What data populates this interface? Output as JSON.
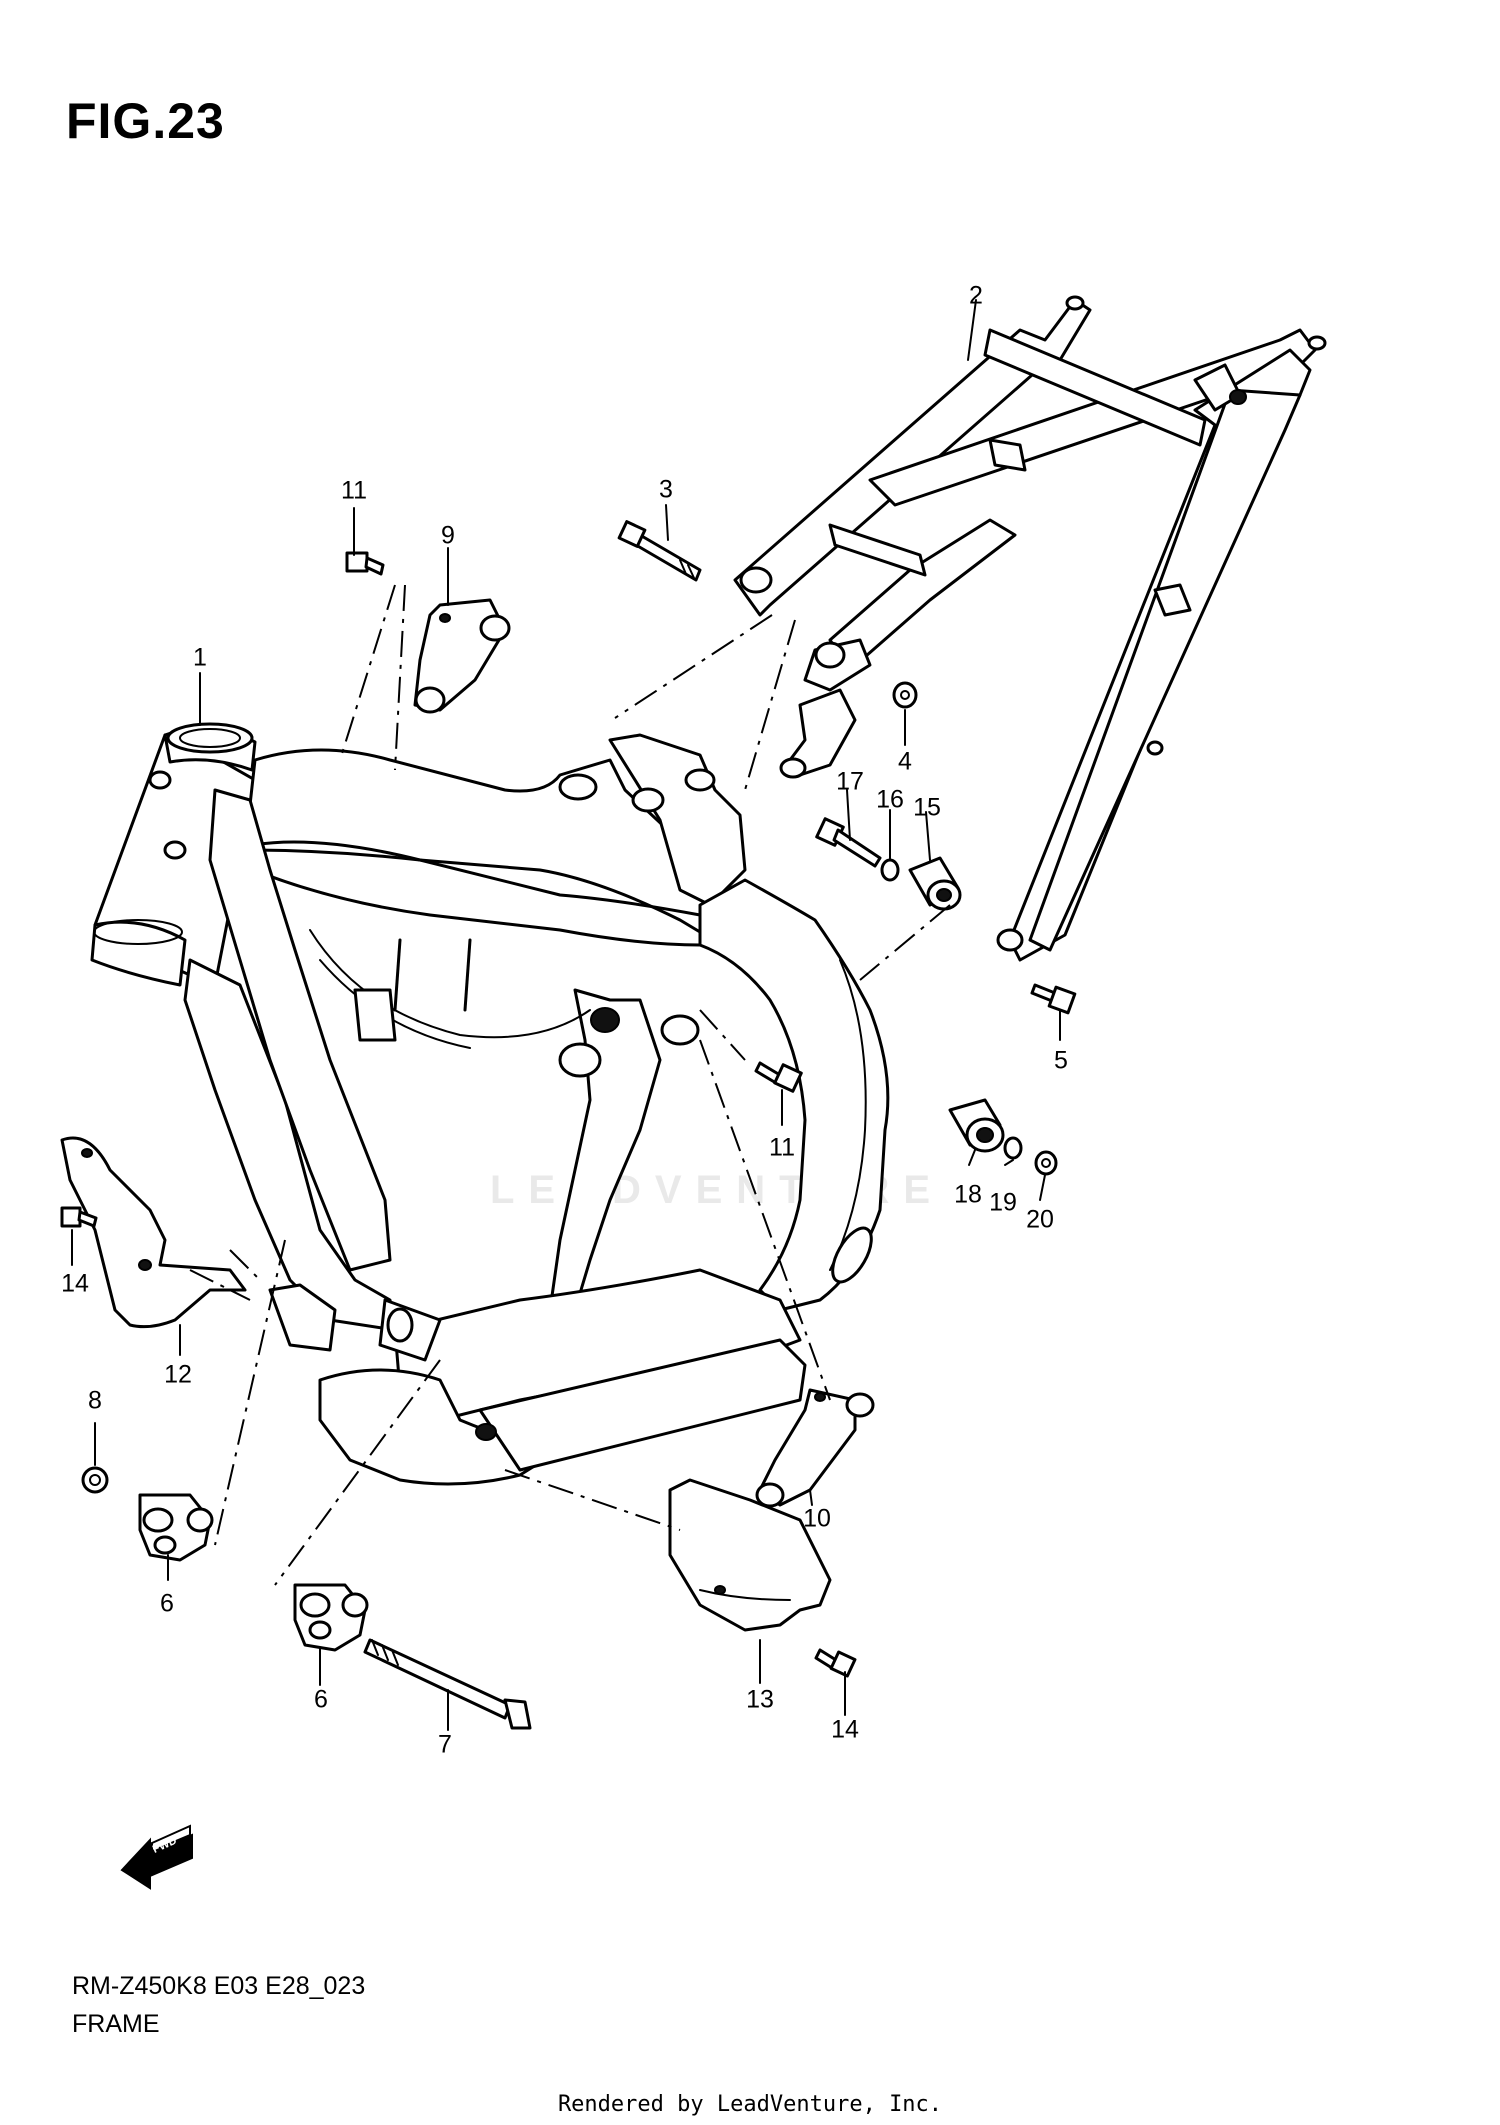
{
  "figure_title": "FIG.23",
  "model_code": "RM-Z450K8 E03 E28_023",
  "section_name": "FRAME",
  "footer": "Rendered by LeadVenture, Inc.",
  "watermark": "LEADVENTURE",
  "fwd_label": "FWD",
  "callouts": [
    {
      "id": "c1",
      "label": "1"
    },
    {
      "id": "c2",
      "label": "2"
    },
    {
      "id": "c3",
      "label": "3"
    },
    {
      "id": "c4",
      "label": "4"
    },
    {
      "id": "c5",
      "label": "5"
    },
    {
      "id": "c6a",
      "label": "6"
    },
    {
      "id": "c6b",
      "label": "6"
    },
    {
      "id": "c7",
      "label": "7"
    },
    {
      "id": "c8",
      "label": "8"
    },
    {
      "id": "c9",
      "label": "9"
    },
    {
      "id": "c10",
      "label": "10"
    },
    {
      "id": "c11a",
      "label": "11"
    },
    {
      "id": "c11b",
      "label": "11"
    },
    {
      "id": "c12",
      "label": "12"
    },
    {
      "id": "c13",
      "label": "13"
    },
    {
      "id": "c14a",
      "label": "14"
    },
    {
      "id": "c14b",
      "label": "14"
    },
    {
      "id": "c15",
      "label": "15"
    },
    {
      "id": "c16",
      "label": "16"
    },
    {
      "id": "c17",
      "label": "17"
    },
    {
      "id": "c18",
      "label": "18"
    },
    {
      "id": "c19",
      "label": "19"
    },
    {
      "id": "c20",
      "label": "20"
    }
  ]
}
